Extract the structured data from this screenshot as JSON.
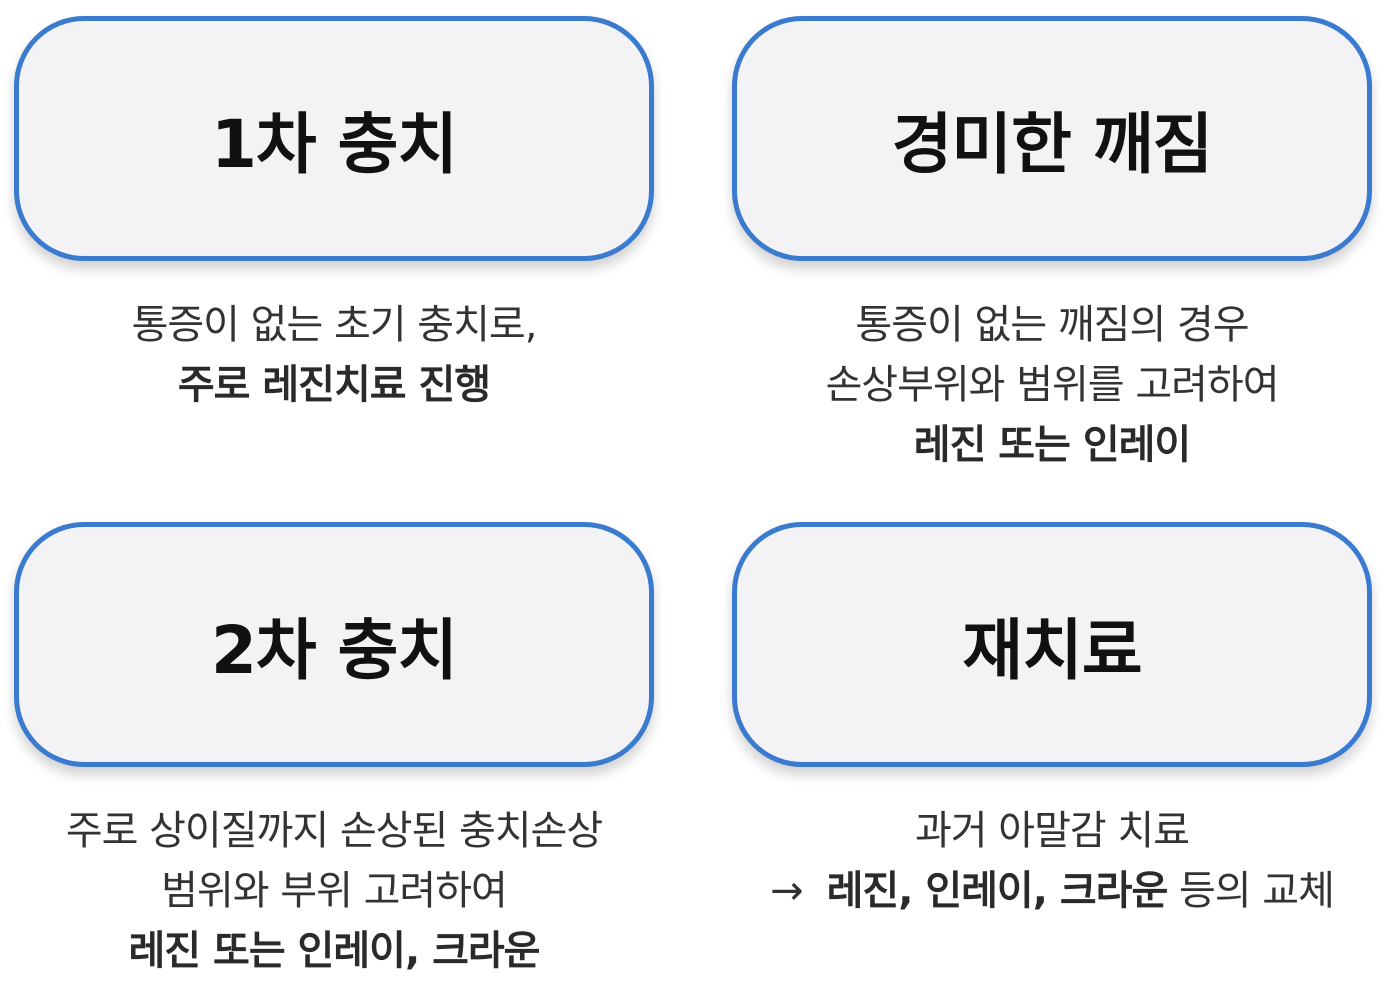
{
  "cards": [
    {
      "title": "1차 충치",
      "lines": [
        "통증이 없는 초기 충치로,",
        "주로 레진치료 진행"
      ]
    },
    {
      "title": "경미한 깨짐",
      "lines": [
        "통증이 없는 깨짐의 경우",
        "손상부위와 범위를 고려하여",
        "레진 또는 인레이"
      ]
    },
    {
      "title": "2차 충치",
      "lines": [
        "주로 상이질까지 손상된 충치손상",
        "범위와 부위 고려하여",
        "레진 또는 인레이, 크라운"
      ]
    },
    {
      "title": "재치료",
      "line1": "과거 아말감 치료",
      "arrow": "→",
      "line2_bold": "레진, 인레이, 크라운",
      "line2_rest": " 등의 교체"
    }
  ],
  "colors": {
    "border": "#3a7bd0",
    "box_bg": "#f3f3f5"
  }
}
